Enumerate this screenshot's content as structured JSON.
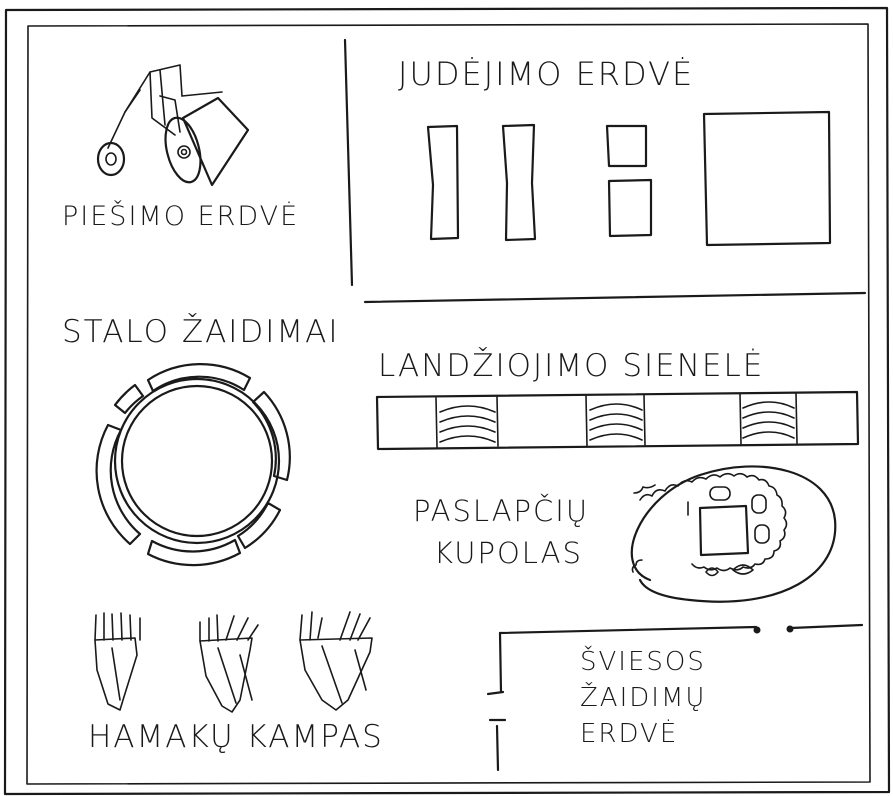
{
  "zones": {
    "drawing": {
      "label": "PIEŠIMO ERDVĖ"
    },
    "movement": {
      "label": "JUDĖJIMO ERDVĖ"
    },
    "board_games": {
      "label": "STALO ŽAIDIMAI"
    },
    "climbing_wall": {
      "label": "LANDŽIOJIMO SIENELĖ"
    },
    "secret_dome": {
      "label_line1": "PASLAPČIŲ",
      "label_line2": "KUPOLAS"
    },
    "hammock_corner": {
      "label": "HAMAKŲ KAMPAS"
    },
    "light_games": {
      "label_line1": "ŠVIESOS",
      "label_line2": "ŽAIDIMŲ",
      "label_line3": "ERDVĖ"
    }
  }
}
